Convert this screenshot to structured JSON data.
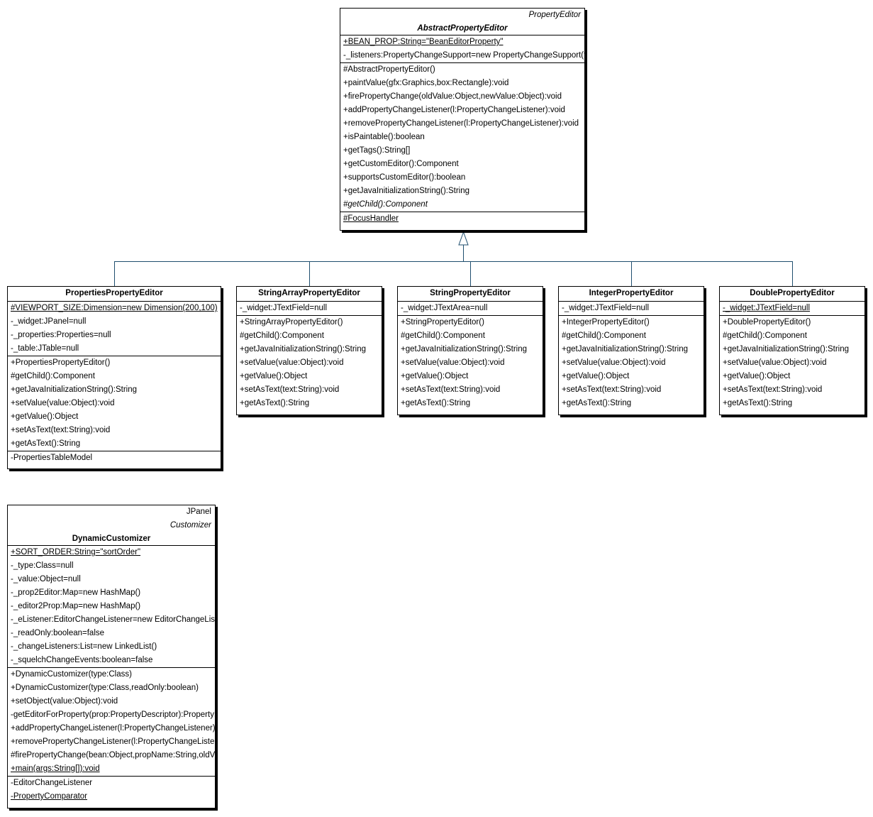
{
  "abstract_editor": {
    "stereotype": "PropertyEditor",
    "name": "AbstractPropertyEditor",
    "attributes": [
      {
        "text": "+BEAN_PROP:String=\"BeanEditorProperty\"",
        "underline": true
      },
      {
        "text": "-_listeners:PropertyChangeSupport=new PropertyChangeSupport(this)"
      }
    ],
    "operations": [
      {
        "text": "#AbstractPropertyEditor()"
      },
      {
        "text": "+paintValue(gfx:Graphics,box:Rectangle):void"
      },
      {
        "text": "+firePropertyChange(oldValue:Object,newValue:Object):void"
      },
      {
        "text": "+addPropertyChangeListener(l:PropertyChangeListener):void"
      },
      {
        "text": "+removePropertyChangeListener(l:PropertyChangeListener):void"
      },
      {
        "text": "+isPaintable():boolean"
      },
      {
        "text": "+getTags():String[]"
      },
      {
        "text": "+getCustomEditor():Component"
      },
      {
        "text": "+supportsCustomEditor():boolean"
      },
      {
        "text": "+getJavaInitializationString():String"
      },
      {
        "text": "#getChild():Component",
        "italic": true
      }
    ],
    "inner": [
      {
        "text": "#FocusHandler",
        "underline": true
      }
    ]
  },
  "properties_editor": {
    "name": "PropertiesPropertyEditor",
    "attributes": [
      {
        "text": "#VIEWPORT_SIZE:Dimension=new Dimension(200,100)",
        "underline": true
      },
      {
        "text": "-_widget:JPanel=null"
      },
      {
        "text": "-_properties:Properties=null"
      },
      {
        "text": "-_table:JTable=null"
      }
    ],
    "operations": [
      {
        "text": "+PropertiesPropertyEditor()"
      },
      {
        "text": "#getChild():Component"
      },
      {
        "text": "+getJavaInitializationString():String"
      },
      {
        "text": "+setValue(value:Object):void"
      },
      {
        "text": "+getValue():Object"
      },
      {
        "text": "+setAsText(text:String):void"
      },
      {
        "text": "+getAsText():String"
      }
    ],
    "inner": [
      {
        "text": "-PropertiesTableModel"
      }
    ]
  },
  "string_array_editor": {
    "name": "StringArrayPropertyEditor",
    "attributes": [
      {
        "text": "-_widget:JTextField=null"
      }
    ],
    "operations": [
      {
        "text": "+StringArrayPropertyEditor()"
      },
      {
        "text": "#getChild():Component"
      },
      {
        "text": "+getJavaInitializationString():String"
      },
      {
        "text": "+setValue(value:Object):void"
      },
      {
        "text": "+getValue():Object"
      },
      {
        "text": "+setAsText(text:String):void"
      },
      {
        "text": "+getAsText():String"
      }
    ]
  },
  "string_editor": {
    "name": "StringPropertyEditor",
    "attributes": [
      {
        "text": "-_widget:JTextArea=null"
      }
    ],
    "operations": [
      {
        "text": "+StringPropertyEditor()"
      },
      {
        "text": "#getChild():Component"
      },
      {
        "text": "+getJavaInitializationString():String"
      },
      {
        "text": "+setValue(value:Object):void"
      },
      {
        "text": "+getValue():Object"
      },
      {
        "text": "+setAsText(text:String):void"
      },
      {
        "text": "+getAsText():String"
      }
    ]
  },
  "integer_editor": {
    "name": "IntegerPropertyEditor",
    "attributes": [
      {
        "text": "-_widget:JTextField=null"
      }
    ],
    "operations": [
      {
        "text": "+IntegerPropertyEditor()"
      },
      {
        "text": "#getChild():Component"
      },
      {
        "text": "+getJavaInitializationString():String"
      },
      {
        "text": "+setValue(value:Object):void"
      },
      {
        "text": "+getValue():Object"
      },
      {
        "text": "+setAsText(text:String):void"
      },
      {
        "text": "+getAsText():String"
      }
    ]
  },
  "double_editor": {
    "name": "DoublePropertyEditor",
    "attributes": [
      {
        "text": "-_widget:JTextField=null",
        "underline": true
      }
    ],
    "operations": [
      {
        "text": "+DoublePropertyEditor()"
      },
      {
        "text": "#getChild():Component"
      },
      {
        "text": "+getJavaInitializationString():String"
      },
      {
        "text": "+setValue(value:Object):void"
      },
      {
        "text": "+getValue():Object"
      },
      {
        "text": "+setAsText(text:String):void"
      },
      {
        "text": "+getAsText():String"
      }
    ]
  },
  "dynamic_customizer": {
    "superclass": "JPanel",
    "stereotype": "Customizer",
    "name": "DynamicCustomizer",
    "attributes": [
      {
        "text": "+SORT_ORDER:String=\"sortOrder\"",
        "underline": true
      },
      {
        "text": "-_type:Class=null"
      },
      {
        "text": "-_value:Object=null"
      },
      {
        "text": "-_prop2Editor:Map=new HashMap()"
      },
      {
        "text": "-_editor2Prop:Map=new HashMap()"
      },
      {
        "text": "-_eListener:EditorChangeListener=new EditorChangeListener()"
      },
      {
        "text": "-_readOnly:boolean=false"
      },
      {
        "text": "-_changeListeners:List=new LinkedList()"
      },
      {
        "text": "-_squelchChangeEvents:boolean=false"
      }
    ],
    "operations": [
      {
        "text": "+DynamicCustomizer(type:Class)"
      },
      {
        "text": "+DynamicCustomizer(type:Class,readOnly:boolean)"
      },
      {
        "text": "+setObject(value:Object):void"
      },
      {
        "text": "-getEditorForProperty(prop:PropertyDescriptor):PropertyEditor"
      },
      {
        "text": "+addPropertyChangeListener(l:PropertyChangeListener):void"
      },
      {
        "text": "+removePropertyChangeListener(l:PropertyChangeListener):void"
      },
      {
        "text": "#firePropertyChange(bean:Object,propName:String,oldValue:Object,newValue:Object):void"
      },
      {
        "text": "+main(args:String[]):void",
        "underline": true
      }
    ],
    "inner": [
      {
        "text": "-EditorChangeListener"
      },
      {
        "text": "-PropertyComparator",
        "underline": true
      }
    ]
  },
  "colors": {
    "line": "#1f4e6e",
    "border": "#000000",
    "fill": "#ffffff"
  }
}
